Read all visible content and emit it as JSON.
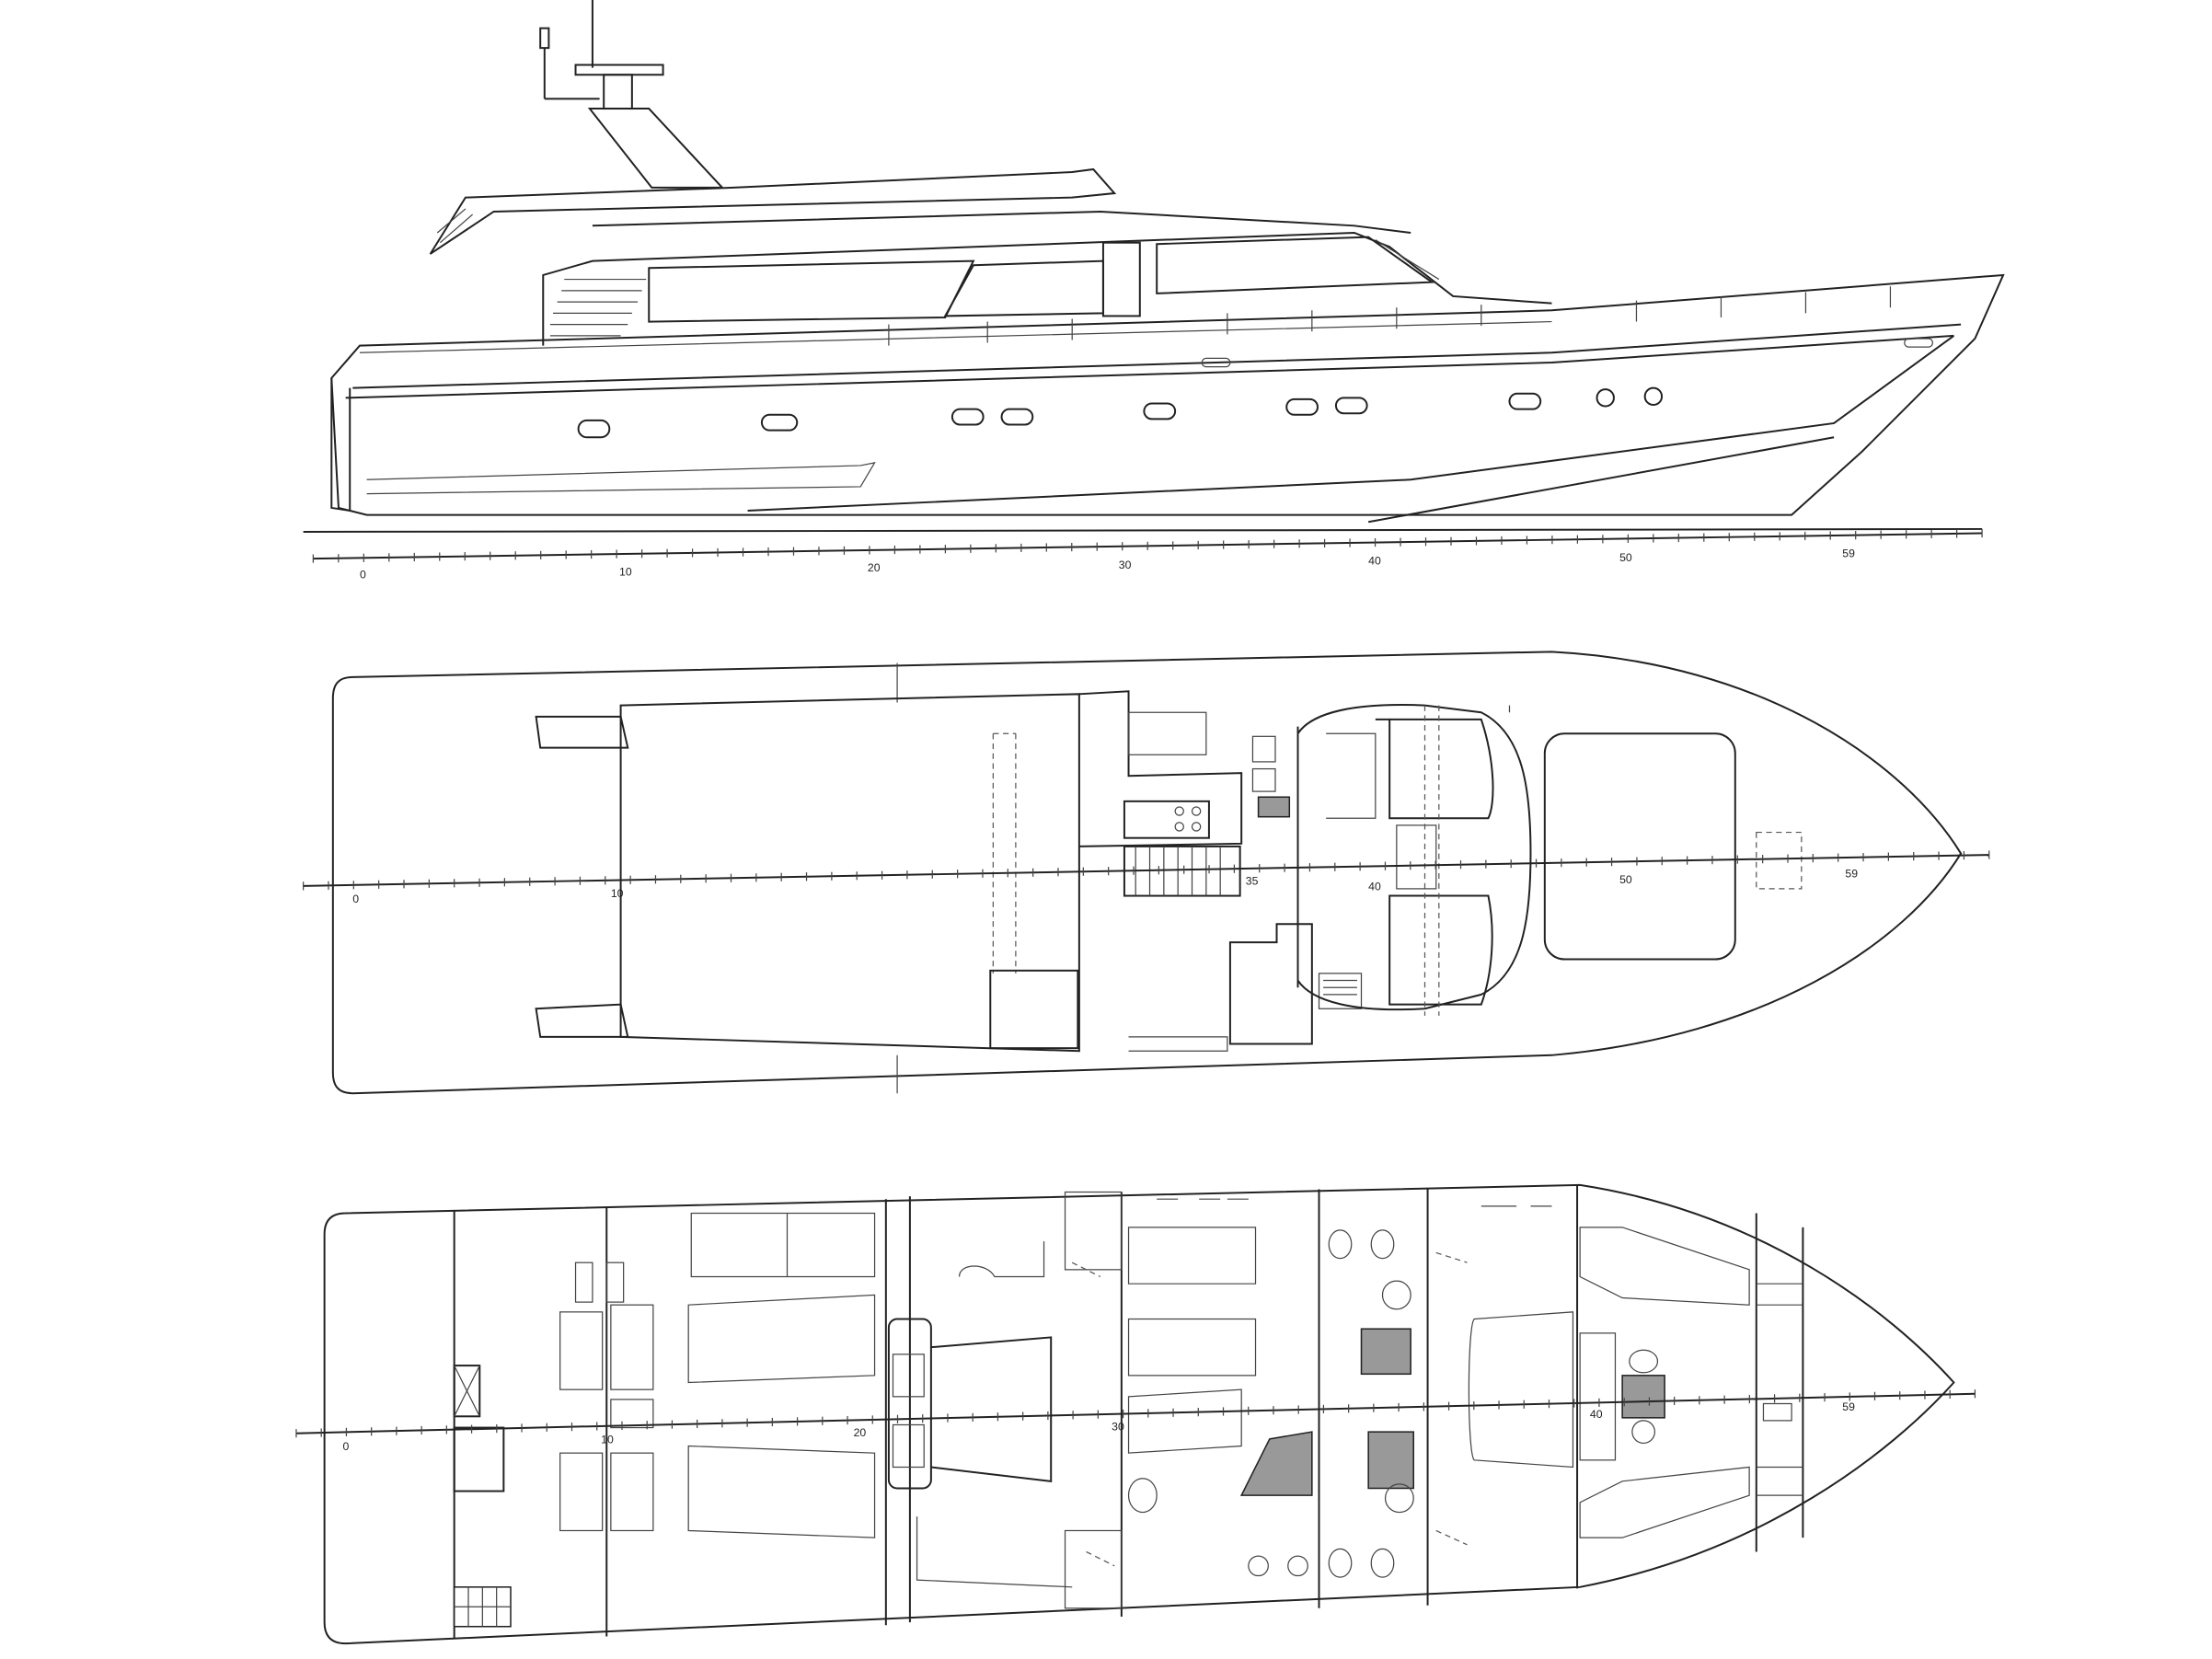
{
  "drawing": {
    "profile_view": {
      "frame_labels": [
        "0",
        "10",
        "20",
        "30",
        "40",
        "50",
        "59"
      ]
    },
    "flybridge_plan": {
      "frame_labels": [
        "0",
        "10",
        "35",
        "40",
        "50",
        "59"
      ]
    },
    "lower_deck_plan": {
      "frame_labels": [
        "0",
        "10",
        "20",
        "30",
        "40",
        "59"
      ]
    },
    "line_color": "#222222",
    "background_color": "#ffffff"
  }
}
